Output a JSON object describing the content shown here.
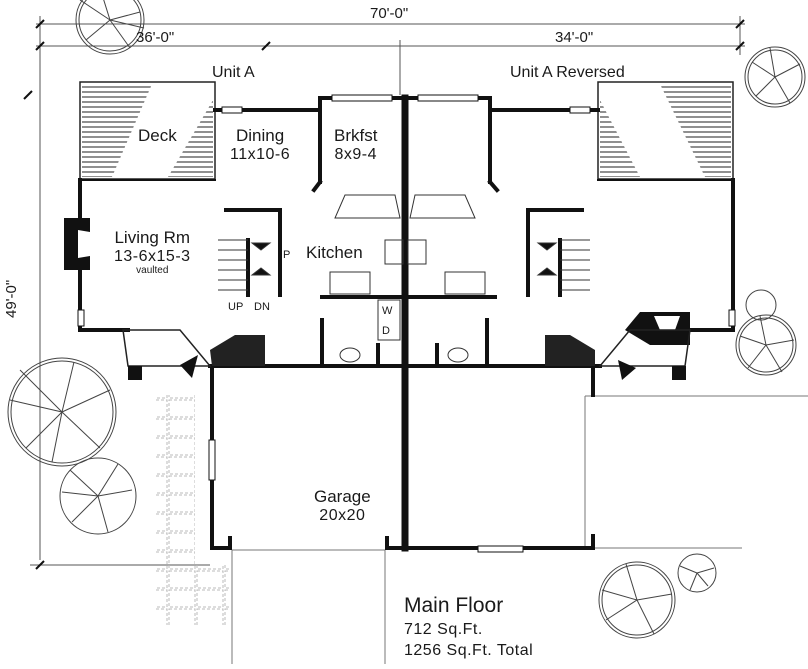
{
  "plan": {
    "title": "Main Floor",
    "area_floor": "712 Sq.Ft.",
    "area_total": "1256 Sq.Ft. Total",
    "colors": {
      "ink": "#1a1a1a",
      "wall": "#111111",
      "hatch": "#555555",
      "paper": "#ffffff"
    }
  },
  "dimensions": {
    "overall_width": "70'-0\"",
    "left_width": "36'-0\"",
    "right_width": "34'-0\"",
    "depth": "49'-0\""
  },
  "units": {
    "left": "Unit A",
    "right": "Unit A Reversed"
  },
  "rooms": {
    "deck": {
      "name": "Deck"
    },
    "dining": {
      "name": "Dining",
      "size": "11x10-6"
    },
    "brkfst": {
      "name": "Brkfst",
      "size": "8x9-4"
    },
    "living": {
      "name": "Living Rm",
      "size": "13-6x15-3",
      "note": "vaulted"
    },
    "kitchen": {
      "name": "Kitchen"
    },
    "garage": {
      "name": "Garage",
      "size": "20x20"
    }
  },
  "symbols": {
    "stair_up": "UP",
    "stair_down": "DN",
    "pantry": "P",
    "washer": "W",
    "dryer": "D"
  }
}
